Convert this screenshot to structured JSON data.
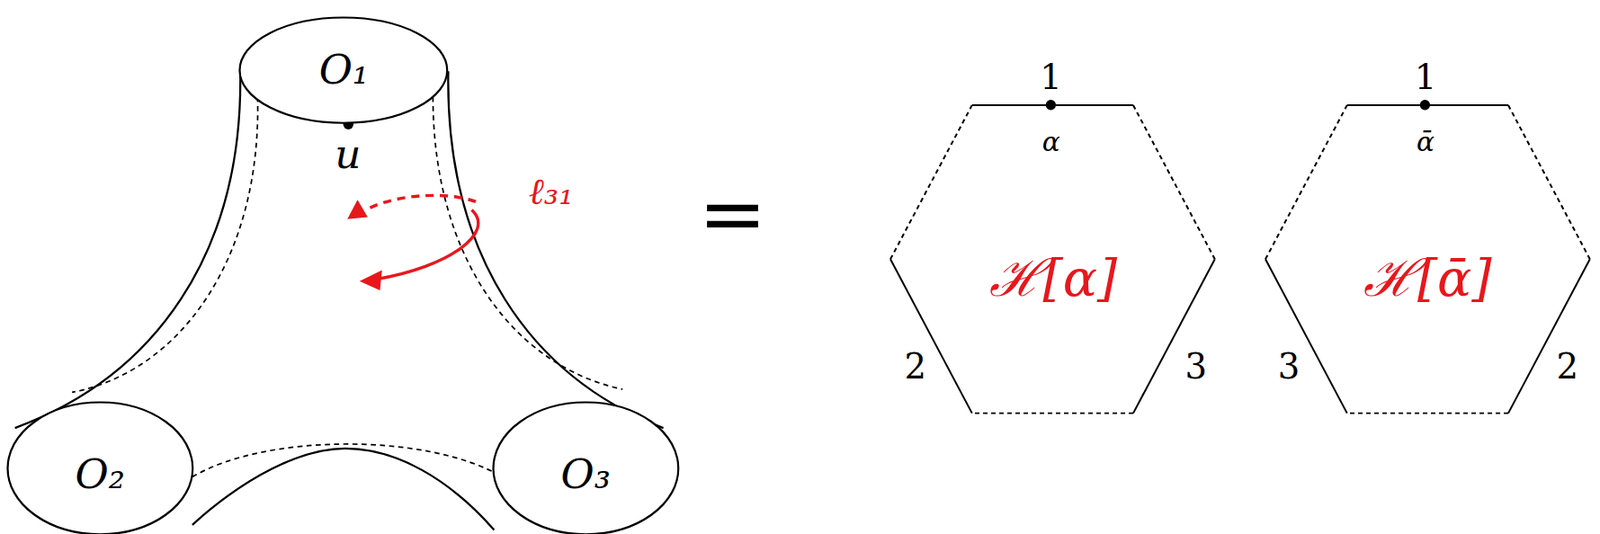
{
  "diagram": {
    "nodes": [
      {
        "text": [
          "O₁"
        ]
      },
      {
        "text": [
          "O₂"
        ]
      },
      {
        "text": [
          "O₃"
        ]
      },
      {
        "text": [
          "ℋ[α]"
        ]
      },
      {
        "text": [
          "ℋ[ᾱ]"
        ]
      }
    ],
    "labels": [
      "u",
      "ℓ₃₁",
      "=",
      "1",
      "α",
      "2",
      "3",
      "1",
      "ᾱ",
      "3",
      "2"
    ]
  }
}
